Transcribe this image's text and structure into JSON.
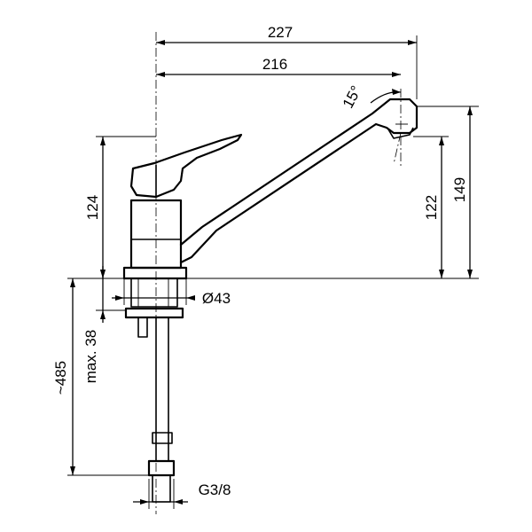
{
  "drawing": {
    "dimensions": {
      "overall_reach": "227",
      "spout_reach": "216",
      "spout_angle": "15°",
      "body_height": "124",
      "outlet_height": "122",
      "spout_top_height": "149",
      "body_diameter": "Ø43",
      "worktop_thickness": "max. 38",
      "hose_length": "~485",
      "hose_connection": "G3/8"
    }
  }
}
